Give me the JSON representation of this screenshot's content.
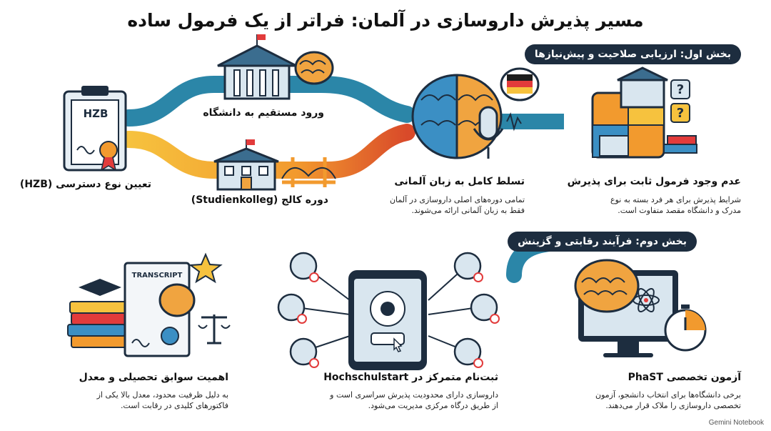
{
  "title": "مسیر پذیرش داروسازی در آلمان: فراتر از یک فرمول ساده",
  "section1": {
    "label": "بخش اول: ارزیابی صلاحیت و پیش‌نیازها"
  },
  "section2": {
    "label": "بخش دوم: فرآیند رقابتی و گزینش"
  },
  "steps": {
    "hzb": {
      "title": "تعیین نوع دسترسی (HZB)",
      "badge": "HZB"
    },
    "direct": {
      "title": "ورود مستقیم به دانشگاه"
    },
    "studienkolleg": {
      "title": "دوره کالج (Studienkolleg)"
    },
    "german": {
      "title": "تسلط کامل به زبان آلمانی",
      "desc1": "تمامی دوره‌های اصلی داروسازی در آلمان",
      "desc2": "فقط به زبان آلمانی ارائه می‌شوند."
    },
    "no_formula": {
      "title": "عدم وجود فرمول ثابت برای پذیرش",
      "desc1": "شرایط پذیرش برای هر فرد بسته به نوع",
      "desc2": "مدرک و دانشگاه مقصد متفاوت است."
    },
    "phast": {
      "title": "آزمون تخصصی PhaST",
      "desc1": "برخی دانشگاه‌ها برای انتخاب دانشجو، آزمون",
      "desc2": "تخصصی داروسازی را ملاک قرار می‌دهند."
    },
    "hochschulstart": {
      "title": "ثبت‌نام متمرکز در Hochschulstart",
      "desc1": "داروسازی دارای محدودیت پذیرش سراسری است و",
      "desc2": "از طریق درگاه مرکزی مدیریت می‌شود."
    },
    "grades": {
      "title": "اهمیت سوابق تحصیلی و معدل",
      "desc1": "به دلیل ظرفیت محدود، معدل بالا یکی از",
      "desc2": "فاکتورهای کلیدی در رقابت است.",
      "transcript": "TRANSCRIPT"
    }
  },
  "watermark": "Gemini Notebook",
  "colors": {
    "navy": "#1d2d3f",
    "teal": "#2b86a8",
    "orange": "#f29a2e",
    "yellow": "#f6c23e",
    "brainOrange": "#f0a440",
    "brainBlue": "#3b8fc4",
    "red": "#e23b3b"
  }
}
